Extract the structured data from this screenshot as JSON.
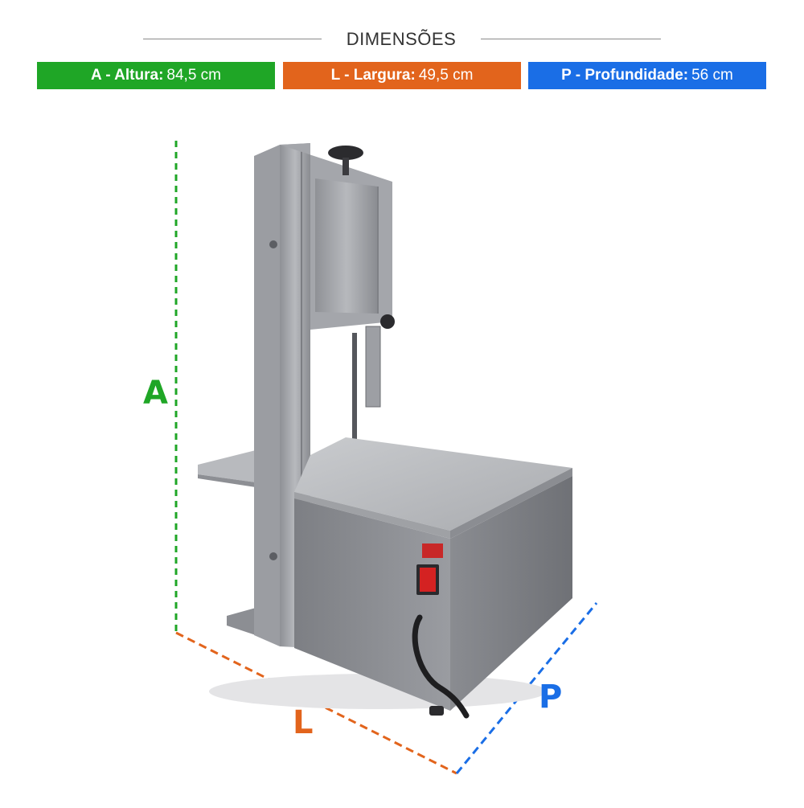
{
  "header": {
    "title": "DIMENSÕES"
  },
  "dimensions": [
    {
      "key": "A - Altura:",
      "value": "84,5 cm",
      "color": "#1fa626"
    },
    {
      "key": "L - Largura:",
      "value": "49,5 cm",
      "color": "#e2641c"
    },
    {
      "key": "P - Profundidade:",
      "value": "56 cm",
      "color": "#1a6ee6"
    }
  ],
  "axes": {
    "a_letter": "A",
    "l_letter": "L",
    "p_letter": "P"
  },
  "colors": {
    "height": "#1fa626",
    "width": "#e2641c",
    "depth": "#1a6ee6",
    "power_switch": "#d42222"
  },
  "icons": {
    "product": "band-saw-machine",
    "switch": "power-switch-icon"
  }
}
